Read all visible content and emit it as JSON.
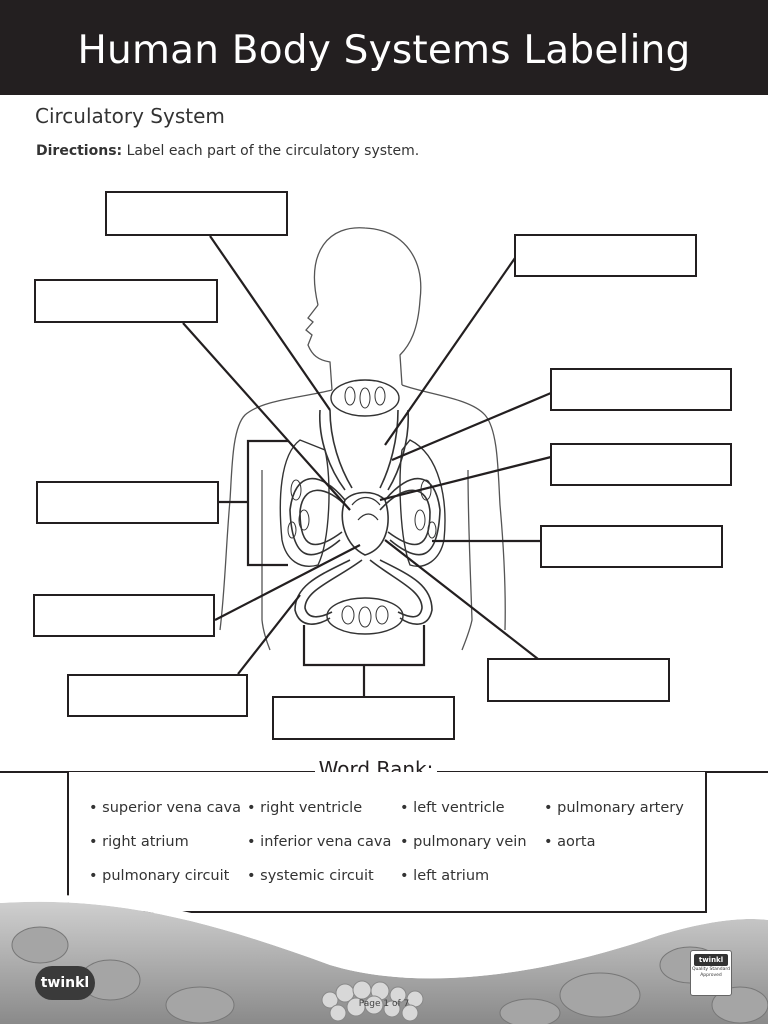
{
  "header": {
    "title": "Human Body Systems Labeling"
  },
  "section": {
    "title": "Circulatory System"
  },
  "directions": {
    "label": "Directions:",
    "text": "Label each part of the circulatory system."
  },
  "word_bank": {
    "title": "Word Bank:",
    "items": [
      "• superior vena cava",
      "• right ventricle",
      "• left ventricle",
      "• pulmonary artery",
      "• right atrium",
      "• inferior vena cava",
      "• pulmonary vein",
      "• aorta",
      "• pulmonary circuit",
      "• systemic circuit",
      "• left atrium"
    ]
  },
  "footer": {
    "logo": "twinkl",
    "badge_title": "twinkl",
    "badge_text": "Quality Standard Approved",
    "page": "Page 1 of 7"
  },
  "colors": {
    "header_bg": "#231f20",
    "line": "#231f20"
  }
}
